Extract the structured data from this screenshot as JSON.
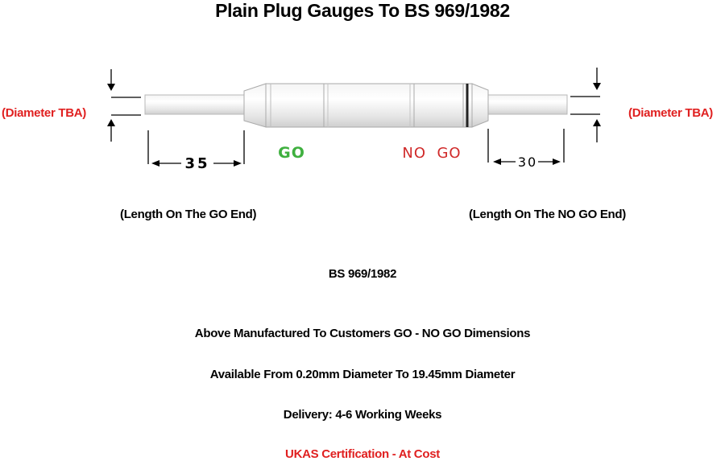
{
  "title": "Plain Plug Gauges To BS 969/1982",
  "diagram": {
    "diameter_left": "(Diameter TBA)",
    "diameter_right": "(Diameter TBA)",
    "go_label": "GO",
    "nogo_label": "NO  GO",
    "dim_go": "35",
    "dim_nogo": "30",
    "length_go": "(Length On The GO End)",
    "length_nogo": "(Length On The NO GO End)",
    "colors": {
      "go": "#3fb03f",
      "nogo": "#d02a2a",
      "diameter_text": "#e02020"
    }
  },
  "standard": "BS 969/1982",
  "lines": [
    "Above Manufactured To Customers GO - NO GO Dimensions",
    "Available From 0.20mm Diameter To 19.45mm Diameter",
    "Delivery: 4-6 Working Weeks"
  ],
  "ukas": "UKAS Certification - At Cost"
}
